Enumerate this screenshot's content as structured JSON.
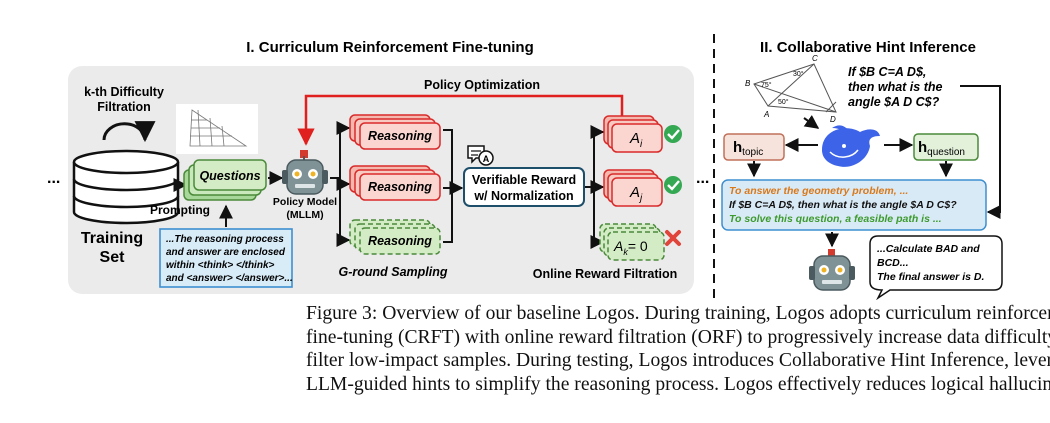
{
  "sections": {
    "curriculum_title": "I. Curriculum Reinforcement Fine-tuning",
    "inference_title": "II. Collaborative Hint Inference"
  },
  "left": {
    "difficulty_filtration": [
      "k-th Difficulty",
      "Filtration"
    ],
    "ellipsis_left": "...",
    "ellipsis_right": "...",
    "training_set": [
      "Training",
      "Set"
    ],
    "questions": "Questions",
    "prompting": "Prompting",
    "prompt_text": [
      "...The reasoning process",
      "and answer are enclosed",
      "within <think> </think>",
      "and <answer> </answer>..."
    ],
    "policy_model": [
      "Policy Model",
      "(MLLM)"
    ],
    "policy_optimization": "Policy Optimization",
    "reasoning": "Reasoning",
    "g_round": "G-round Sampling",
    "verifiable_reward": [
      "Verifiable Reward",
      "w/ Normalization"
    ],
    "advantage_i": "A",
    "advantage_i_sub": "i",
    "advantage_j": "A",
    "advantage_j_sub": "j",
    "advantage_k": "A",
    "advantage_k_sub": "k",
    "advantage_k_val": "= 0",
    "online_filtration": "Online Reward Filtration"
  },
  "right": {
    "geometry_labels": {
      "a": "A",
      "b": "B",
      "c": "C",
      "d": "D",
      "ang30": "30°",
      "ang75": "75°",
      "ang50": "50°"
    },
    "question": [
      "If $B C=A D$,",
      "then what is the",
      "angle $A D C$?"
    ],
    "h_topic": "h",
    "h_topic_sub": "topic",
    "h_question": "h",
    "h_question_sub": "question",
    "hint_line1": "To answer the geometry problem, ...",
    "hint_line2": "If $B C=A D$, then what is the angle $A D C$?",
    "hint_line3": "To solve this question, a feasible path is ...",
    "answer": [
      "...Calculate BAD and",
      "BCD...",
      "The final answer is D."
    ]
  },
  "caption": [
    "Figure 3: Overview of our baseline Logos. During training, Logos adopts curriculum reinforcement",
    "fine-tuning (CRFT) with online reward filtration (ORF) to progressively increase data difficulty and",
    "filter low-impact samples. During testing, Logos introduces Collaborative Hint Inference, leveraging",
    "LLM-guided hints to simplify the reasoning process. Logos effectively reduces logical hallucination."
  ],
  "colors": {
    "panel": "#ebebeb",
    "red_arrow": "#e0201e",
    "reasoning_fill": "#fbd6d0",
    "reasoning_border": "#d92a2a",
    "green_fill": "#d4ecc6",
    "green_border": "#4a8a3a",
    "check": "#34a853",
    "cross": "#e0443a",
    "prompt_fill": "#d8ecf8",
    "hint_fill": "#d9eaf7",
    "hint_orange": "#d9791a",
    "hint_green": "#3d9a2c",
    "h_fill": "#f6e4dc",
    "h2_fill": "#e3f1da",
    "whale": "#3c63e8"
  }
}
